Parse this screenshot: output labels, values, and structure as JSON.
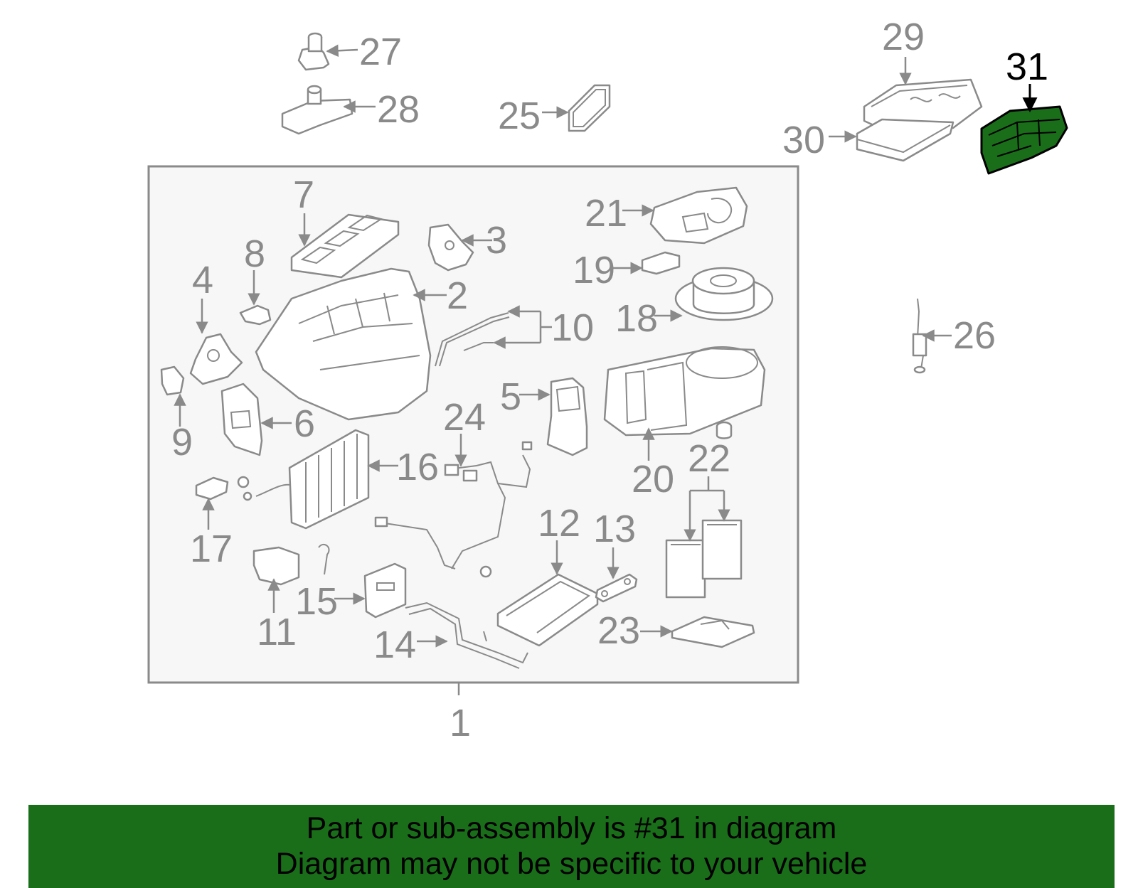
{
  "highlight": {
    "part_number": "31",
    "color": "#1a6e1a"
  },
  "labels": [
    "1",
    "2",
    "3",
    "4",
    "5",
    "6",
    "7",
    "8",
    "9",
    "10",
    "11",
    "12",
    "13",
    "14",
    "15",
    "16",
    "17",
    "18",
    "19",
    "20",
    "21",
    "22",
    "23",
    "24",
    "25",
    "26",
    "27",
    "28",
    "29",
    "30",
    "31"
  ],
  "banner": {
    "line1": "Part or sub-assembly is #31 in diagram",
    "line2": "Diagram may not be specific to your vehicle"
  }
}
